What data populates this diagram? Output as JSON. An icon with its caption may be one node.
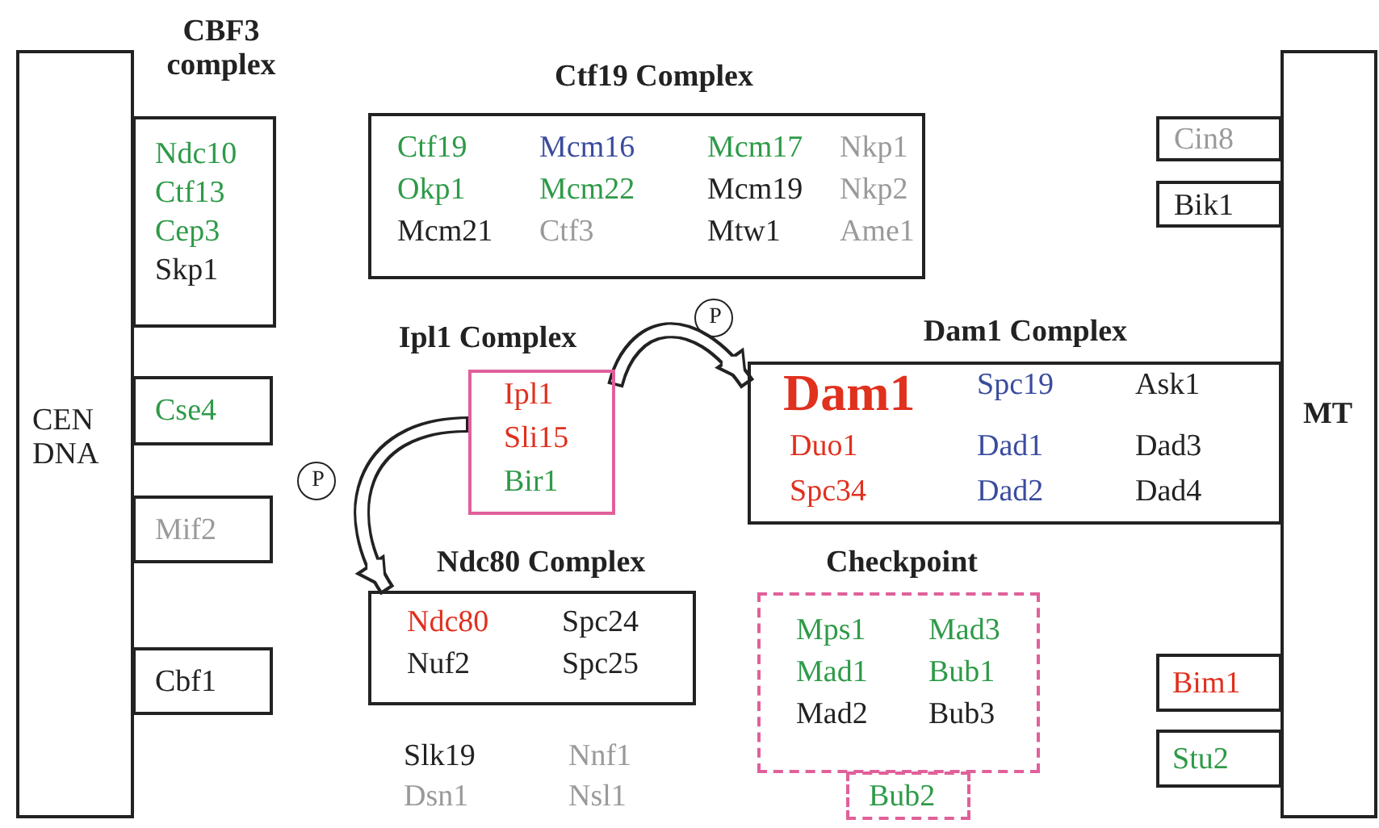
{
  "diagram": {
    "nodes": [
      {
        "text": [
          "CEN DNA"
        ]
      },
      {
        "text": [
          "CBF3 complex",
          "Ndc10",
          "Ctf13",
          "Cep3",
          "Skp1"
        ]
      },
      {
        "text": [
          "Ctf19 Complex",
          "Ctf19",
          "Mcm16",
          "Mcm17",
          "Nkp1",
          "Okp1",
          "Mcm22",
          "Mcm19",
          "Nkp2",
          "Mcm21",
          "Ctf3",
          "Mtw1",
          "Ame1"
        ]
      },
      {
        "text": [
          "MT"
        ]
      },
      {
        "text": [
          "Cin8"
        ]
      },
      {
        "text": [
          "Bik1"
        ]
      },
      {
        "text": [
          "Ipl1 Complex",
          "Ipl1",
          "Sli15",
          "Bir1"
        ]
      },
      {
        "text": [
          "P"
        ]
      },
      {
        "text": [
          "Dam1 Complex",
          "Dam1",
          "Spc19",
          "Ask1",
          "Duo1",
          "Dad1",
          "Dad3",
          "Spc34",
          "Dad2",
          "Dad4"
        ]
      },
      {
        "text": [
          "Cse4"
        ]
      },
      {
        "text": [
          "P"
        ]
      },
      {
        "text": [
          "Mif2"
        ]
      },
      {
        "text": [
          "Ndc80 Complex",
          "Ndc80",
          "Spc24",
          "Nuf2",
          "Spc25"
        ]
      },
      {
        "text": [
          "Checkpoint",
          "Mps1",
          "Mad3",
          "Mad1",
          "Bub1",
          "Mad2",
          "Bub3"
        ]
      },
      {
        "text": [
          "Bub2"
        ]
      },
      {
        "text": [
          "Cbf1"
        ]
      },
      {
        "text": [
          "Bim1"
        ]
      },
      {
        "text": [
          "Stu2"
        ]
      }
    ],
    "edges": [
      {
        "from": 6,
        "to": 8,
        "arrow": "to"
      },
      {
        "from": 6,
        "to": 12,
        "arrow": "to"
      }
    ],
    "labels": [
      "Slk19",
      "Nnf1",
      "Dsn1",
      "Nsl1"
    ]
  }
}
